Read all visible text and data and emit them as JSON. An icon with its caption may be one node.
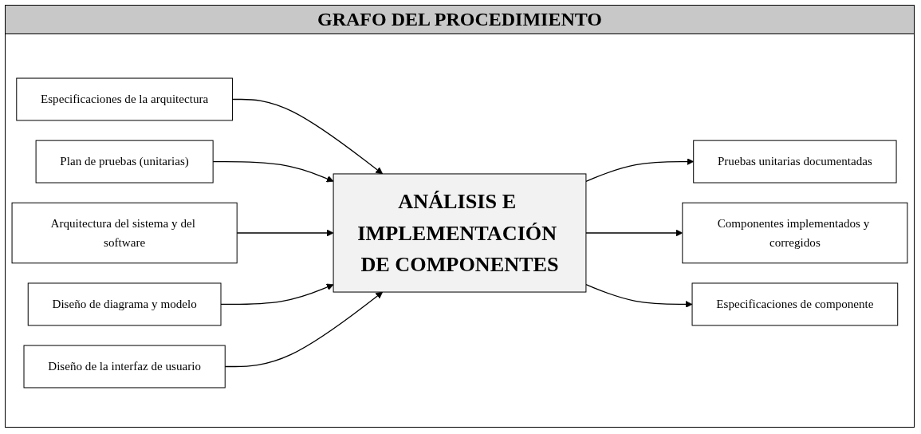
{
  "diagram": {
    "title": "GRAFO DEL PROCEDIMIENTO",
    "nodes": [
      {
        "text": [
          "Especificaciones de la arquitectura"
        ]
      },
      {
        "text": [
          "Plan de pruebas (unitarias)"
        ]
      },
      {
        "text": [
          "Arquitectura del sistema y del software"
        ]
      },
      {
        "text": [
          "Diseño de diagrama y modelo"
        ]
      },
      {
        "text": [
          "Diseño de la interfaz de usuario"
        ]
      },
      {
        "text": [
          "ANÁLISIS E IMPLEMENTACIÓN DE COMPONENTES"
        ]
      },
      {
        "text": [
          "Pruebas unitarias documentadas"
        ]
      },
      {
        "text": [
          "Componentes implementados y corregidos"
        ]
      },
      {
        "text": [
          "Especificaciones de componente"
        ]
      }
    ],
    "edges": [
      {
        "from": 0,
        "to": 5,
        "arrow": "to"
      },
      {
        "from": 1,
        "to": 5,
        "arrow": "to"
      },
      {
        "from": 2,
        "to": 5,
        "arrow": "to"
      },
      {
        "from": 3,
        "to": 5,
        "arrow": "to"
      },
      {
        "from": 4,
        "to": 5,
        "arrow": "to"
      },
      {
        "from": 5,
        "to": 6,
        "arrow": "to"
      },
      {
        "from": 5,
        "to": 7,
        "arrow": "to"
      },
      {
        "from": 5,
        "to": 8,
        "arrow": "to"
      }
    ]
  }
}
